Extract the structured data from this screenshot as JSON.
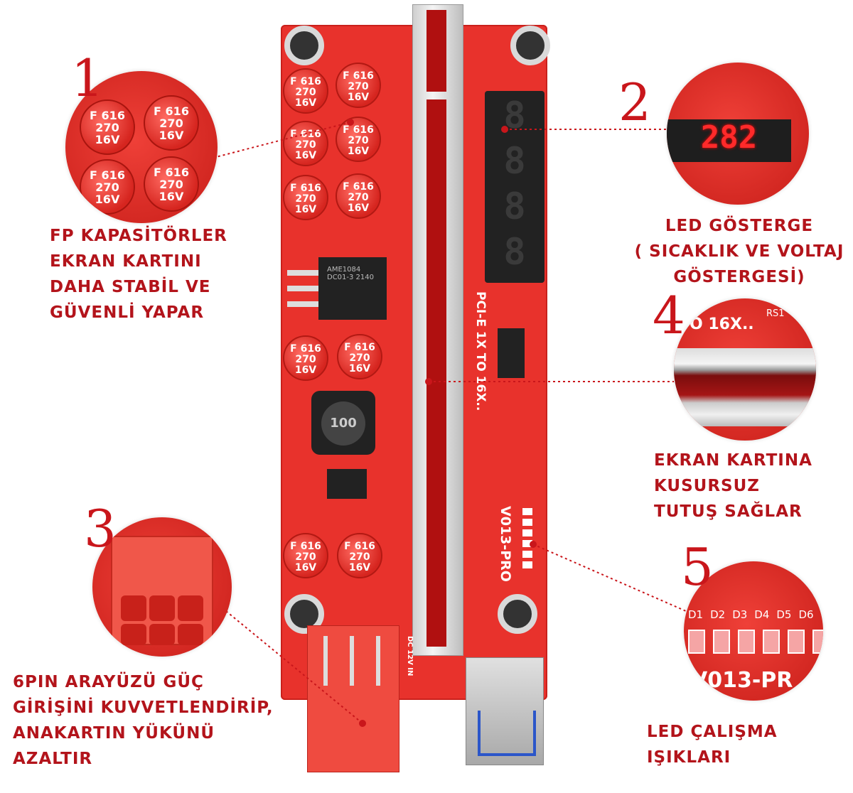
{
  "board": {
    "model": "V013-PRO",
    "slot_text": "PCI-E 1X TO 16X..",
    "capacitor_text": [
      "F 616",
      "270",
      "16V"
    ],
    "inductor_text": "100",
    "regulator_text": "AME1084 DC01-3 2140",
    "display_digits": [
      "8",
      "8",
      "8",
      "8"
    ],
    "input_text": "DC 12V IN"
  },
  "callouts": [
    {
      "number": "1",
      "lines": [
        "FP KAPASİTÖRLER",
        "EKRAN KARTINI",
        "DAHA STABİL VE",
        "GÜVENLİ YAPAR"
      ]
    },
    {
      "number": "2",
      "lines": [
        "LED GÖSTERGE",
        "( SICAKLIK VE VOLTAJ",
        "GÖSTERGESİ)"
      ],
      "zoom_display": "282"
    },
    {
      "number": "3",
      "lines": [
        "6PIN ARAYÜZÜ GÜÇ",
        "GİRİŞİNİ KUVVETLENDİRİP,",
        "ANAKARTIN YÜKÜNÜ",
        "AZALTIR"
      ]
    },
    {
      "number": "4",
      "lines": [
        "EKRAN KARTINA",
        "KUSURSUZ",
        "TUTUŞ SAĞLAR"
      ],
      "zoom_text": "O 16X..",
      "zoom_label": "RS1"
    },
    {
      "number": "5",
      "lines": [
        "LED ÇALIŞMA",
        "IŞIKLARI"
      ],
      "zoom_leds": [
        "D1",
        "D2",
        "D3",
        "D4",
        "D5",
        "D6"
      ],
      "zoom_model": "V013-PR"
    }
  ],
  "colors": {
    "accent": "#c9161b",
    "board": "#e8322c",
    "label": "#b3141b"
  }
}
